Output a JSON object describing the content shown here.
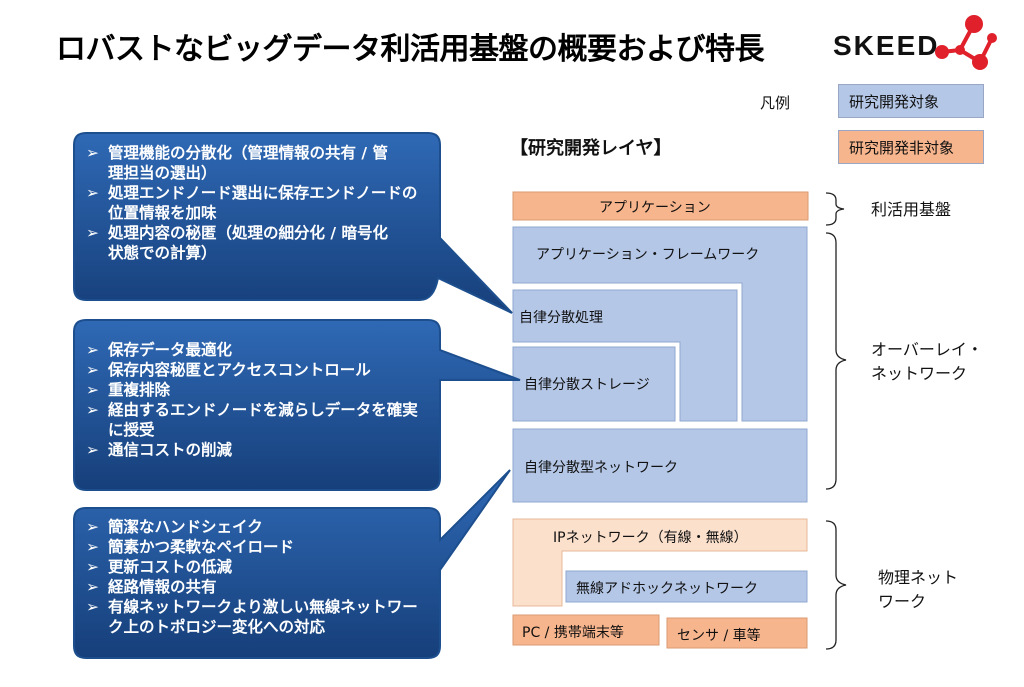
{
  "title": "ロバストなビッグデータ利活用基盤の概要および特長",
  "logo": {
    "text": "SKEED"
  },
  "legend": {
    "label": "凡例",
    "in_scope": "研究開発対象",
    "out_of_scope": "研究開発非対象",
    "colors": {
      "in_scope": "#b4c7e7",
      "out_of_scope": "#f7b58d"
    }
  },
  "layers": {
    "heading": "【研究開発レイヤ】",
    "application": "アプリケーション",
    "app_framework": "アプリケーション・フレームワーク",
    "autonomous_processing": "自律分散処理",
    "autonomous_storage": "自律分散ストレージ",
    "autonomous_network": "自律分散型ネットワーク",
    "ip_network": "IPネットワーク（有線・無線）",
    "adhoc_network": "無線アドホックネットワーク",
    "pc_mobile": "PC / 携帯端末等",
    "sensor_vehicle": "センサ / 車等"
  },
  "brackets": {
    "platform": "利活用基盤",
    "overlay_network": "オーバーレイ・\nネットワーク",
    "physical_network": "物理ネット\nワーク"
  },
  "callouts": [
    {
      "items": [
        "管理機能の分散化（管理情報の共有 / 管\n理担当の選出）",
        "処理エンドノード選出に保存エンドノードの\n位置情報を加味",
        "処理内容の秘匿（処理の細分化 / 暗号化\n状態での計算）"
      ]
    },
    {
      "items": [
        "保存データ最適化",
        "保存内容秘匿とアクセスコントロール",
        "重複排除",
        "経由するエンドノードを減らしデータを確実\nに授受",
        "通信コストの削減"
      ]
    },
    {
      "items": [
        "簡潔なハンドシェイク",
        "簡素かつ柔軟なペイロード",
        "更新コストの低減",
        "経路情報の共有",
        "有線ネットワークより激しい無線ネットワー\nク上のトポロジー変化への対応"
      ]
    }
  ],
  "bullet_glyph": "➢"
}
